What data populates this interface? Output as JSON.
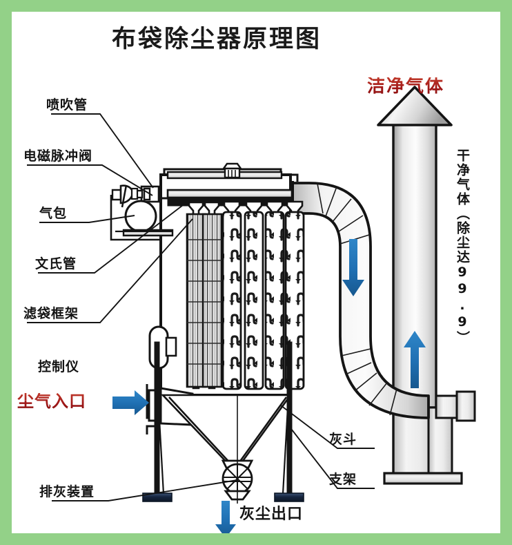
{
  "page": {
    "title": "布袋除尘器原理图",
    "border_color": "#93d188",
    "background_color": "#ffffff",
    "line_color": "#141414",
    "accent_blue": "#1f6fb2",
    "accent_red": "#a81a1a"
  },
  "labels": {
    "blow_pipe": "喷吹管",
    "solenoid_pulse_valve": "电磁脉冲阀",
    "air_receiver": "气包",
    "venturi_tube": "文氏管",
    "bag_cage": "滤袋框架",
    "controller": "控制仪",
    "ash_discharge_device": "排灰装置",
    "ash_hopper": "灰斗",
    "support_frame": "支架"
  },
  "flow": {
    "dusty_gas_inlet": "尘气入口",
    "clean_gas": "洁净气体",
    "clean_gas_note": "干净气体（除尘达99.9）",
    "dust_outlet": "灰尘出口"
  },
  "arrows": {
    "inlet_direction": "right",
    "downcomer_direction": "down",
    "stack_direction": "up",
    "dust_outlet_direction": "down"
  },
  "components": {
    "filter_bag_count": 6,
    "caged_bag_count": 2,
    "dusty_bag_count": 4,
    "rotary_valve": "rotary-airlock-valve",
    "stack_cap": "conical-rain-cap"
  }
}
